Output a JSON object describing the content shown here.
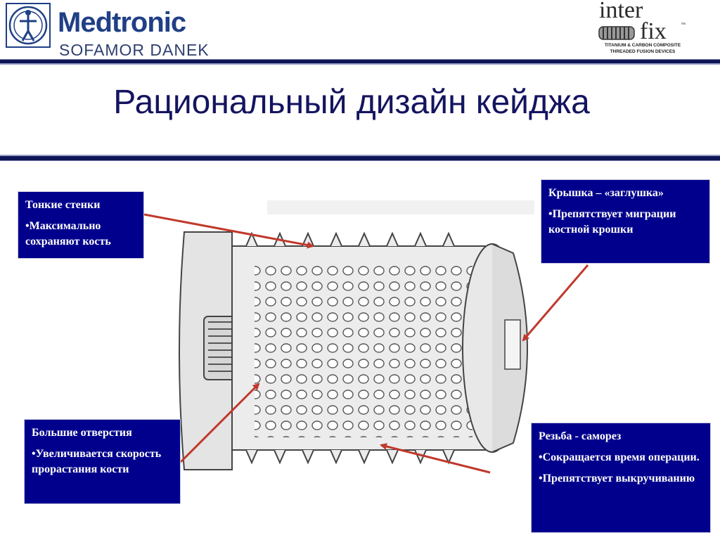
{
  "header": {
    "company": "Medtronic",
    "division": "SOFAMOR DANEK",
    "product_logo": {
      "line1": "inter",
      "line2": "fix",
      "tm": "™",
      "tagline1": "TITANIUM & CARBON COMPOSITE",
      "tagline2": "THREADED FUSION DEVICES"
    }
  },
  "title": "Рациональный дизайн кейджа",
  "callouts": {
    "thin_walls": {
      "heading": "Тонкие стенки",
      "bullet": "•Максимально сохраняют кость"
    },
    "cap": {
      "heading": "Крышка – «заглушка»",
      "bullet": "•Препятствует миграции костной крошки"
    },
    "large_holes": {
      "heading": "Большие отверстия",
      "bullet": "•Увеличивается скорость прорастания кости"
    },
    "thread": {
      "heading": "Резьба - саморез",
      "bullet1": "•Сокращается время операции.",
      "bullet2": "•Препятствует выкручиванию"
    }
  },
  "colors": {
    "accent": "#00008c",
    "rule": "#0f1655",
    "arrow": "#c0392b",
    "title": "#141460"
  }
}
